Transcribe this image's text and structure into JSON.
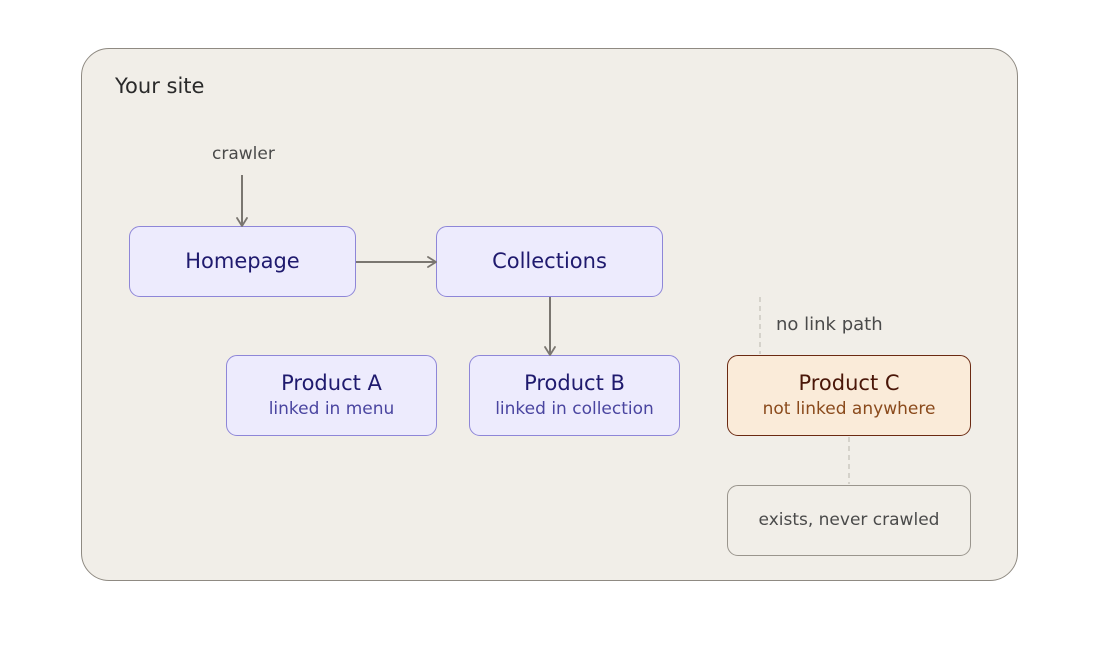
{
  "panel": {
    "title": "Your site"
  },
  "labels": {
    "crawler": "crawler",
    "no_link_path": "no link path"
  },
  "nodes": {
    "homepage": {
      "title": "Homepage"
    },
    "collections": {
      "title": "Collections"
    },
    "product_a": {
      "title": "Product A",
      "subtitle": "linked in menu"
    },
    "product_b": {
      "title": "Product B",
      "subtitle": "linked in collection"
    },
    "product_c": {
      "title": "Product C",
      "subtitle": "not linked anywhere"
    },
    "exists_box": {
      "title": "exists, never crawled"
    }
  },
  "colors": {
    "panel_background": "#f1eee8",
    "linked_node_fill": "#edebfd",
    "linked_node_border": "#8e86d8",
    "orphan_node_fill": "#faebd9",
    "orphan_node_border": "#6b2a12",
    "arrow": "#7a7670",
    "dashed_line": "#c6c2bb"
  }
}
